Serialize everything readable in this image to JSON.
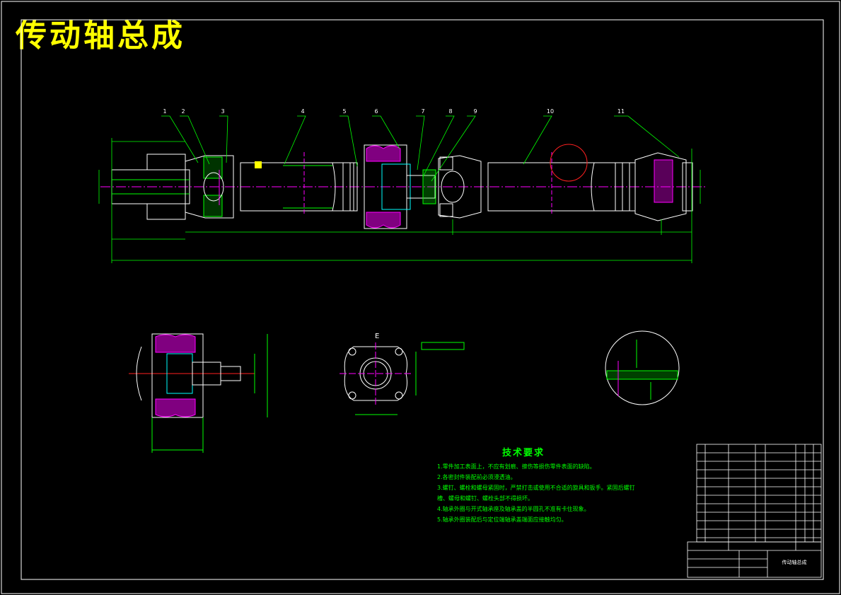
{
  "drawing": {
    "title": "传动轴总成",
    "part_numbers": [
      "1",
      "2",
      "3",
      "4",
      "5",
      "6",
      "7",
      "8",
      "9",
      "10",
      "11"
    ],
    "section_label": "E",
    "tech_requirements": {
      "heading": "技术要求",
      "items": [
        "1.零件加工表面上，不应有划痕、擦伤等损伤零件表面的缺陷。",
        "2.各密封件装配前必须浸透油。",
        "3.螺钉、螺栓和螺母紧固时，严禁打击或使用不合适的旋具和扳手。紧固后螺钉",
        "槽、螺母和螺钉、螺栓头部不得损坏。",
        "4.轴承外圈与开式轴承座及轴承盖的半圆孔不准有卡住现象。",
        "5.轴承外圈装配后与定位端轴承盖端面应接触均匀。"
      ]
    },
    "title_block_name": "传动轴总成"
  },
  "colors": {
    "border": "#ffffff",
    "title": "#ffff00",
    "outline": "#ffffff",
    "centerline": "#ff00ff",
    "hatch": "#00ff00",
    "dimension": "#00ff00",
    "leader": "#00ff00",
    "circle_detail": "#ff2020",
    "cyan": "#00ffff",
    "blue": "#4040ff"
  }
}
